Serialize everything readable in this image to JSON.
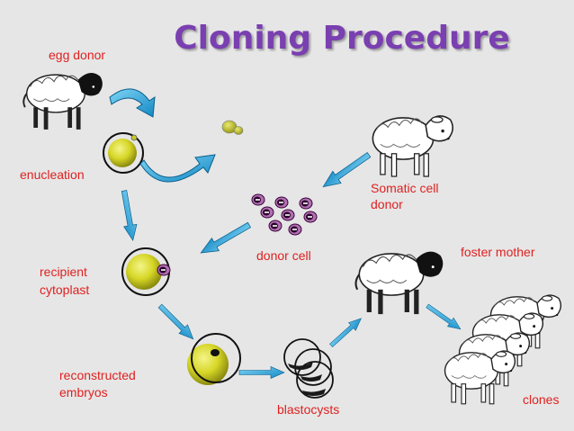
{
  "title": "Cloning Procedure",
  "labels": {
    "egg_donor": "egg donor",
    "enucleation": "enucleation",
    "somatic_cell_donor_1": "Somatic cell",
    "somatic_cell_donor_2": "donor",
    "donor_cell": "donor cell",
    "recipient_cytoplast_1": "recipient",
    "recipient_cytoplast_2": "cytoplast",
    "foster_mother": "foster mother",
    "reconstructed_embryos_1": "reconstructed",
    "reconstructed_embryos_2": "embryos",
    "blastocysts": "blastocysts",
    "clones": "clones"
  },
  "colors": {
    "title": "#7a3fb0",
    "label": "#e02020",
    "arrow": "#1f9fd8",
    "egg": "#d6d626",
    "donor_cell": "#8b1a8b"
  }
}
